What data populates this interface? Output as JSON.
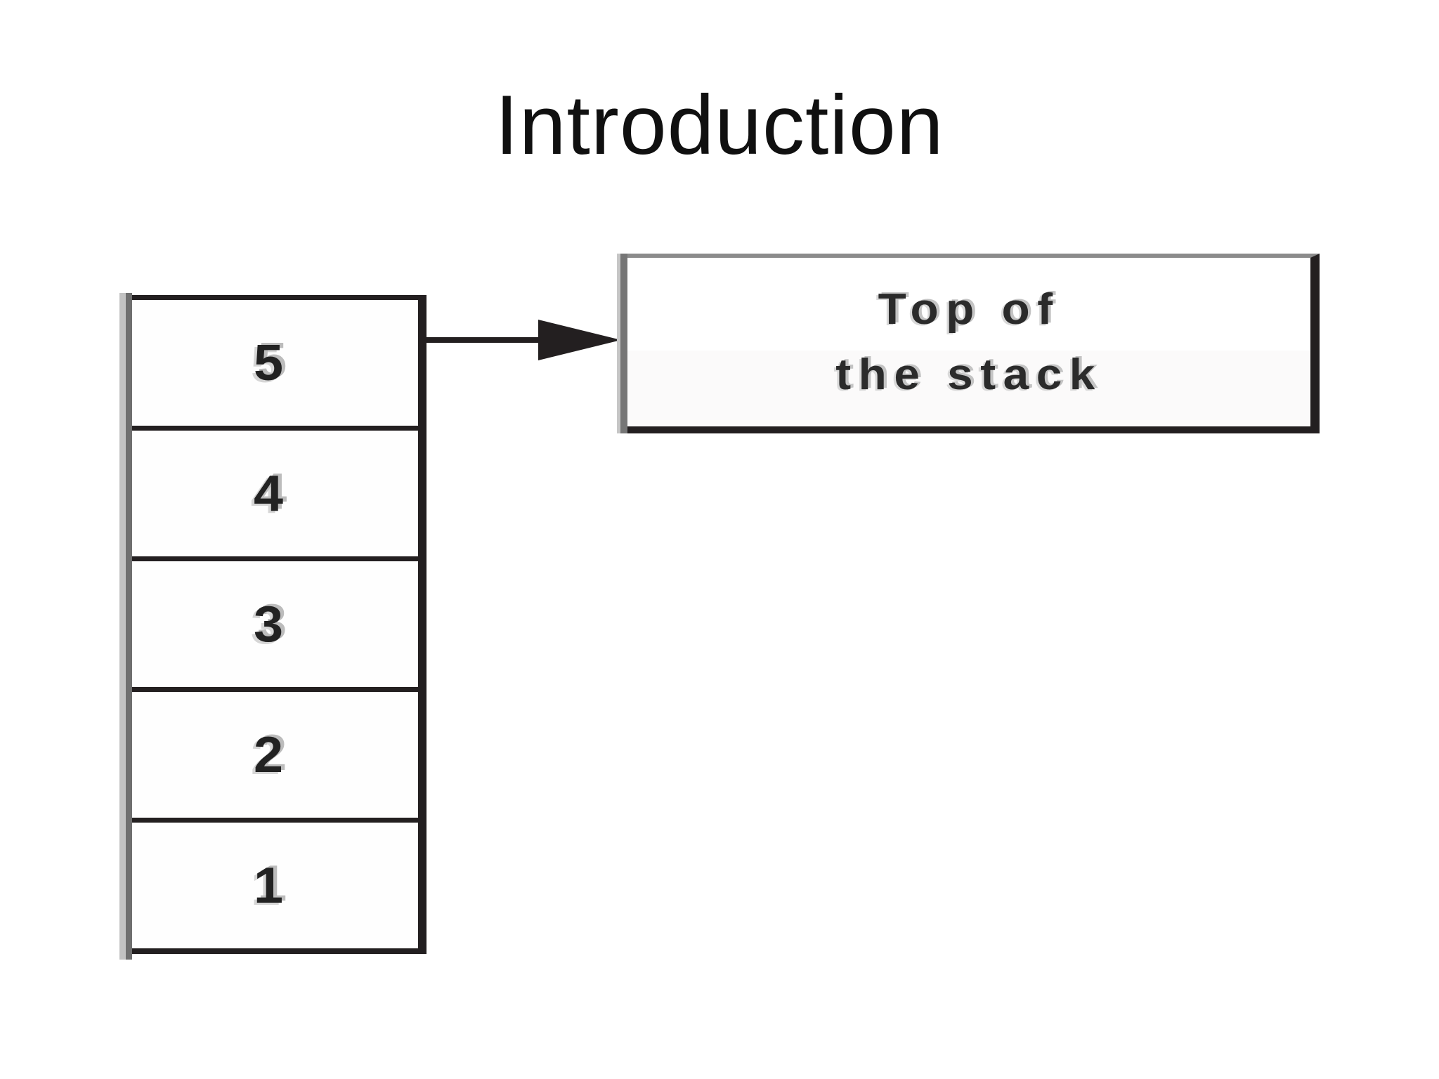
{
  "slide": {
    "title": "Introduction"
  },
  "stack": {
    "cells": [
      "5",
      "4",
      "3",
      "2",
      "1"
    ]
  },
  "label_box": {
    "line1": "Top of",
    "line2": "the stack"
  },
  "icons": {
    "arrow": "right-arrow"
  },
  "colors": {
    "ink": "#231f20",
    "shadow_light": "#c2c2c2",
    "shadow_dark": "#6f6f6f",
    "box_top_border": "#8b8b8b",
    "digit": "#222222",
    "background": "#ffffff"
  }
}
